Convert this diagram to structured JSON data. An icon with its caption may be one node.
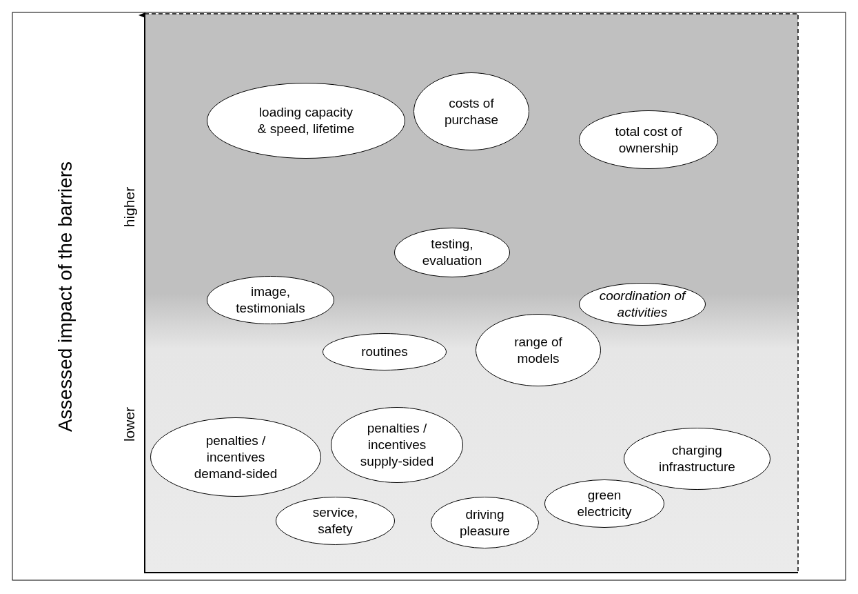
{
  "diagram": {
    "nodes": [
      {
        "text": [
          "loading capacity & speed, lifetime"
        ]
      },
      {
        "text": [
          "costs of purchase"
        ]
      },
      {
        "text": [
          "total cost of ownership"
        ]
      },
      {
        "text": [
          "testing, evaluation"
        ]
      },
      {
        "text": [
          "image, testimonials"
        ]
      },
      {
        "text": [
          "coordination of activities"
        ]
      },
      {
        "text": [
          "routines"
        ]
      },
      {
        "text": [
          "range of models"
        ]
      },
      {
        "text": [
          "penalties / incentives demand-sided"
        ]
      },
      {
        "text": [
          "penalties / incentives supply-sided"
        ]
      },
      {
        "text": [
          "charging infrastructure"
        ]
      },
      {
        "text": [
          "green electricity"
        ]
      },
      {
        "text": [
          "service, safety"
        ]
      },
      {
        "text": [
          "driving pleasure"
        ]
      }
    ],
    "edges": [],
    "labels": [
      "Assessed impact of the barriers",
      "higher",
      "lower"
    ]
  }
}
